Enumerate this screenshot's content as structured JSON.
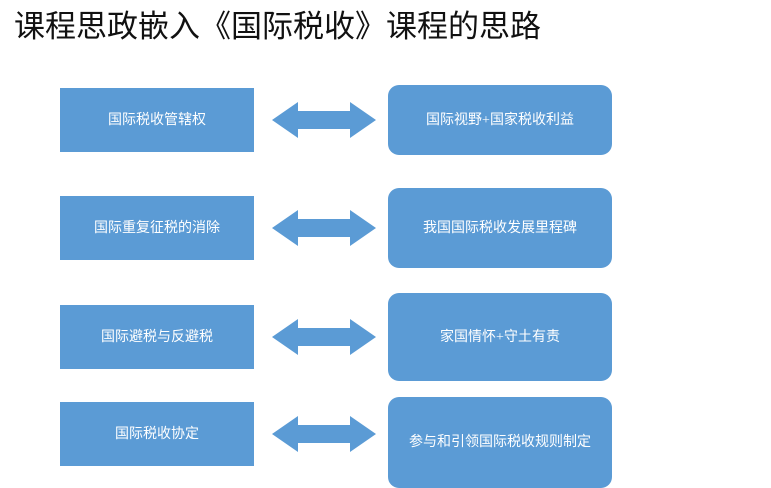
{
  "slide": {
    "title": "课程思政嵌入《国际税收》课程的思路",
    "background_color": "#FFFFFF",
    "accent_color": "#5B9BD5",
    "text_color": "#FFFFFF"
  },
  "diagram": {
    "type": "two-column-mapping",
    "arrow_icon": "double-headed-arrow-icon",
    "arrow_color": "#5B9BD5",
    "rows": [
      {
        "left": "国际税收管辖权",
        "arrow": "↔",
        "right": "国际视野+国家税收利益"
      },
      {
        "left": "国际重复征税的消除",
        "arrow": "↔",
        "right": "我国国际税收发展里程碑"
      },
      {
        "left": "国际避税与反避税",
        "arrow": "↔",
        "right": "家国情怀+守土有责"
      },
      {
        "left": "国际税收协定",
        "arrow": "↔",
        "right": "参与和引领国际税收规则制定"
      }
    ]
  }
}
